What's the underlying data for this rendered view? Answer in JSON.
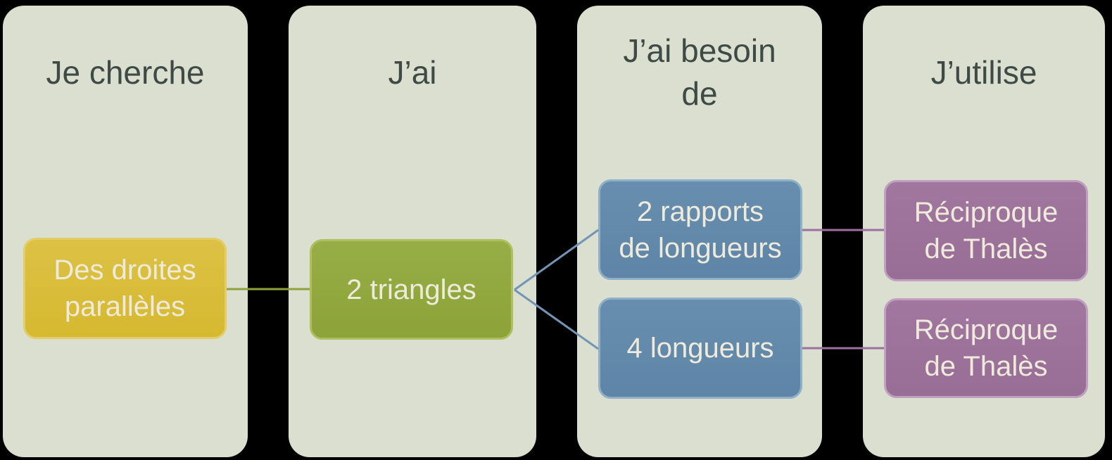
{
  "columns": [
    {
      "header": "Je cherche",
      "boxes": [
        {
          "label": "Des droites\nparallèles",
          "color_key": "yellow"
        }
      ]
    },
    {
      "header": "J’ai",
      "boxes": [
        {
          "label": "2 triangles",
          "color_key": "green"
        }
      ]
    },
    {
      "header": "J’ai besoin\nde",
      "boxes": [
        {
          "label": "2 rapports\nde longueurs",
          "color_key": "blue"
        },
        {
          "label": "4 longueurs",
          "color_key": "blue"
        }
      ]
    },
    {
      "header": "J’utilise",
      "boxes": [
        {
          "label": "Réciproque\nde Thalès",
          "color_key": "purple"
        },
        {
          "label": "Réciproque\nde Thalès",
          "color_key": "purple"
        }
      ]
    }
  ],
  "colors": {
    "page_background": "#000000",
    "column_background": "#dbdfcf",
    "header_text": "#3e4a45",
    "box_text": "#eeebdc",
    "yellow_fill": "#d8bc38",
    "yellow_border": "#e2cd68",
    "green_fill": "#90a73d",
    "green_border": "#afbf5f",
    "blue_fill": "#6289ab",
    "blue_border": "#90b0c8",
    "purple_fill": "#9c729b",
    "purple_border": "#bfa1bf",
    "connector_olive": "#8da23c",
    "connector_blue": "#7295b6",
    "connector_purple": "#9b70a1"
  }
}
